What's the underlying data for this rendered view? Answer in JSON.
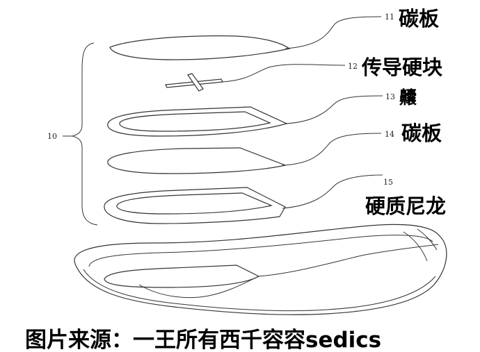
{
  "parts": [
    {
      "number": "11",
      "label": "碳板"
    },
    {
      "number": "12",
      "label": "传导硬块"
    },
    {
      "number": "13",
      "label": "齉"
    },
    {
      "number": "14",
      "label": "碳板"
    },
    {
      "number": "15",
      "label": "硬质尼龙"
    }
  ],
  "group": {
    "number": "10"
  },
  "caption": "图片来源：一王所有西千容容sedics"
}
